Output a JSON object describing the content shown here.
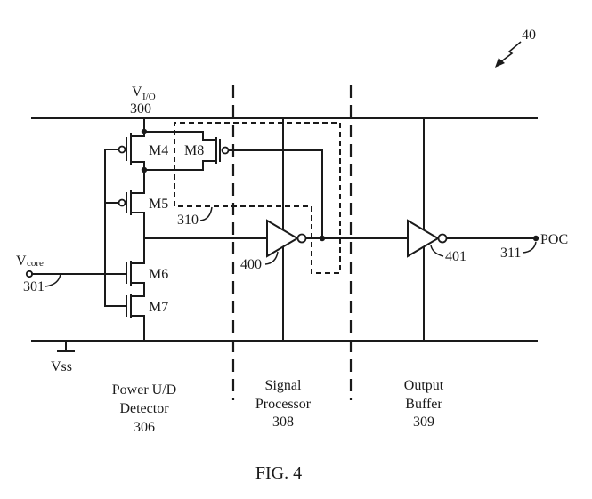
{
  "figure": {
    "caption": "FIG. 4",
    "reference_number": "40"
  },
  "supply": {
    "vio_label_main": "V",
    "vio_label_sub": "I/O",
    "vio_number": "300",
    "vss_label": "Vss"
  },
  "input": {
    "vcore_label_main": "V",
    "vcore_label_sub": "core",
    "vcore_number": "301"
  },
  "transistors": {
    "m4": "M4",
    "m5": "M5",
    "m6": "M6",
    "m7": "M7",
    "m8": "M8"
  },
  "references": {
    "feedback_loop": "310",
    "inverter_1": "400",
    "inverter_2": "401",
    "output_node": "311"
  },
  "output": {
    "label": "POC"
  },
  "blocks": [
    {
      "line1": "Power U/D",
      "line2": "Detector",
      "number": "306"
    },
    {
      "line1": "Signal",
      "line2": "Processor",
      "number": "308"
    },
    {
      "line1": "Output",
      "line2": "Buffer",
      "number": "309"
    }
  ]
}
